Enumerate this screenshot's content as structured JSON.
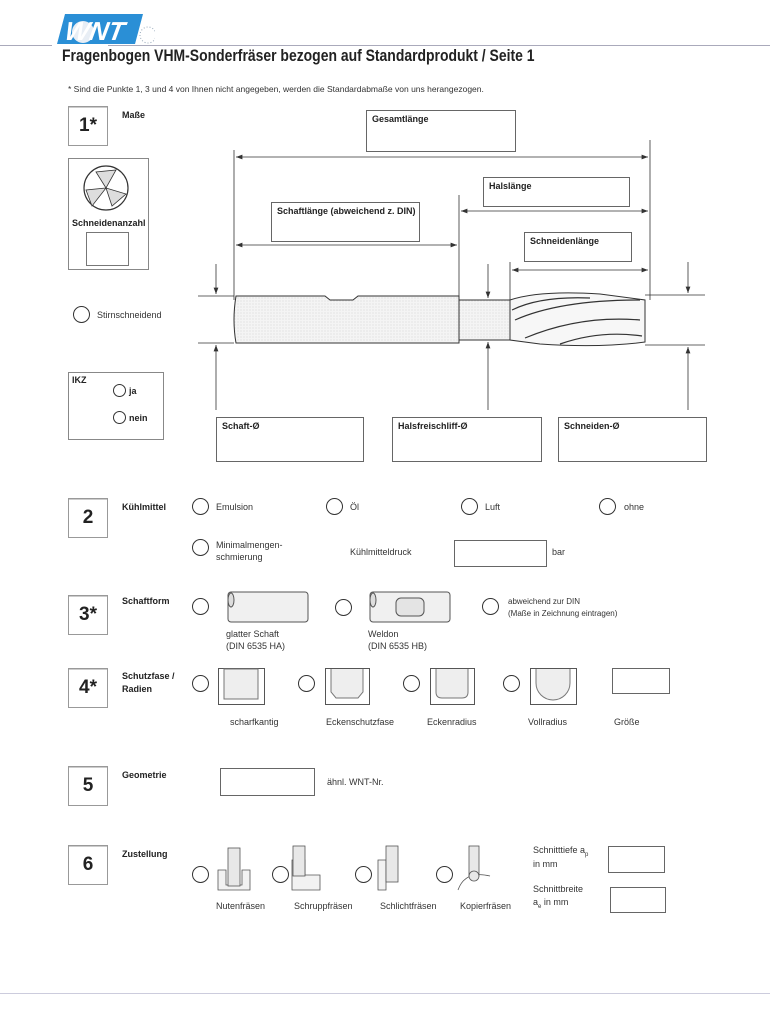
{
  "header": {
    "logo_text": "WNT",
    "title": "Fragenbogen VHM-Sonderfräser bezogen auf Standardprodukt / Seite 1",
    "note": "* Sind die Punkte 1, 3 und 4 von Ihnen nicht angegeben, werden die Standardabmaße von uns herangezogen."
  },
  "s1": {
    "num": "1*",
    "label": "Maße",
    "gesamtlaenge": "Gesamtlänge",
    "halslaenge": "Halslänge",
    "schaftlaenge": "Schaftlänge (abweichend z. DIN)",
    "schneidenlaenge": "Schneidenlänge",
    "schneidenanzahl": "Schneidenanzahl",
    "stirnschneidend": "Stirnschneidend",
    "ikz": "IKZ",
    "ja": "ja",
    "nein": "nein",
    "schaft_d": "Schaft-Ø",
    "hals_d": "Halsfreischliff-Ø",
    "schneiden_d": "Schneiden-Ø"
  },
  "s2": {
    "num": "2",
    "label": "Kühlmittel",
    "options": [
      "Emulsion",
      "Öl",
      "Luft",
      "ohne"
    ],
    "mms1": "Minimalmengen-",
    "mms2": "schmierung",
    "druck": "Kühlmitteldruck",
    "unit": "bar"
  },
  "s3": {
    "num": "3*",
    "label": "Schaftform",
    "a1": "glatter Schaft",
    "a2": "(DIN 6535 HA)",
    "b1": "Weldon",
    "b2": "(DIN 6535 HB)",
    "c1": "abweichend zur DIN",
    "c2": "(Maße in Zeichnung eintragen)"
  },
  "s4": {
    "num": "4*",
    "label1": "Schutzfase /",
    "label2": "Radien",
    "options": [
      "scharfkantig",
      "Eckenschutzfase",
      "Eckenradius",
      "Vollradius"
    ],
    "groesse": "Größe"
  },
  "s5": {
    "num": "5",
    "label": "Geometrie",
    "wnt": "ähnl. WNT-Nr."
  },
  "s6": {
    "num": "6",
    "label": "Zustellung",
    "options": [
      "Nutenfräsen",
      "Schruppfräsen",
      "Schlichtfräsen",
      "Kopierfräsen"
    ],
    "tiefe1": "Schnitttiefe a",
    "tiefe_sub": "p",
    "tiefe2": "in mm",
    "breite1": "Schnittbreite",
    "breite2a": "a",
    "breite_sub": "e",
    "breite2b": " in mm"
  }
}
